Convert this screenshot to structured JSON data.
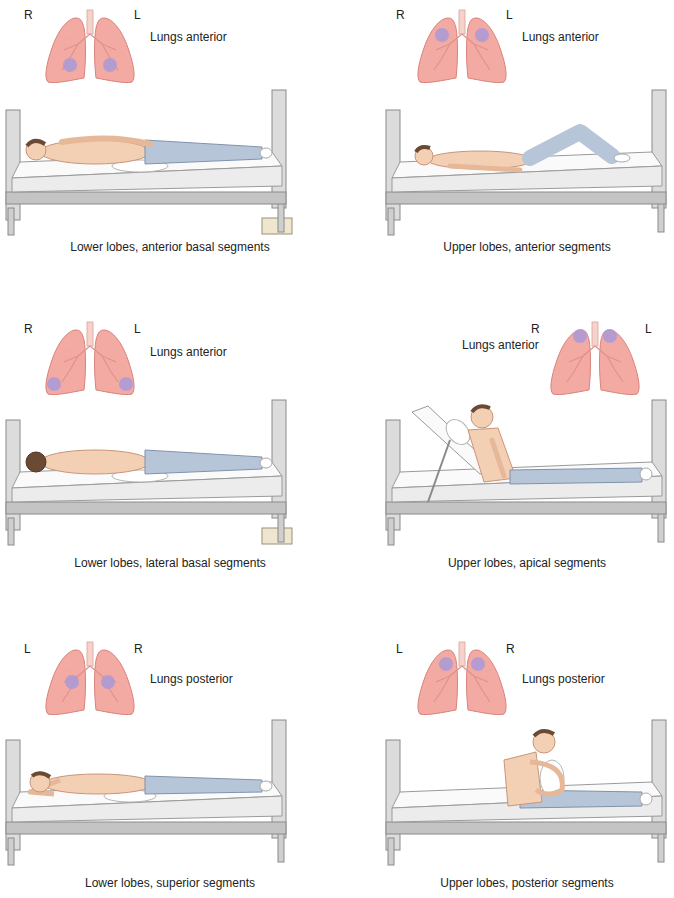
{
  "diagram": {
    "labels": [
      "R",
      "L",
      "Lungs anterior",
      "Lower lobes, anterior basal segments",
      "R",
      "L",
      "Lungs anterior",
      "Upper lobes, anterior segments",
      "R",
      "L",
      "Lungs anterior",
      "Lower lobes, lateral basal segments",
      "R",
      "L",
      "Lungs anterior",
      "Upper lobes, apical segments",
      "L",
      "R",
      "Lungs posterior",
      "Lower lobes, superior segments",
      "L",
      "R",
      "Lungs posterior",
      "Upper lobes, posterior segments"
    ]
  }
}
